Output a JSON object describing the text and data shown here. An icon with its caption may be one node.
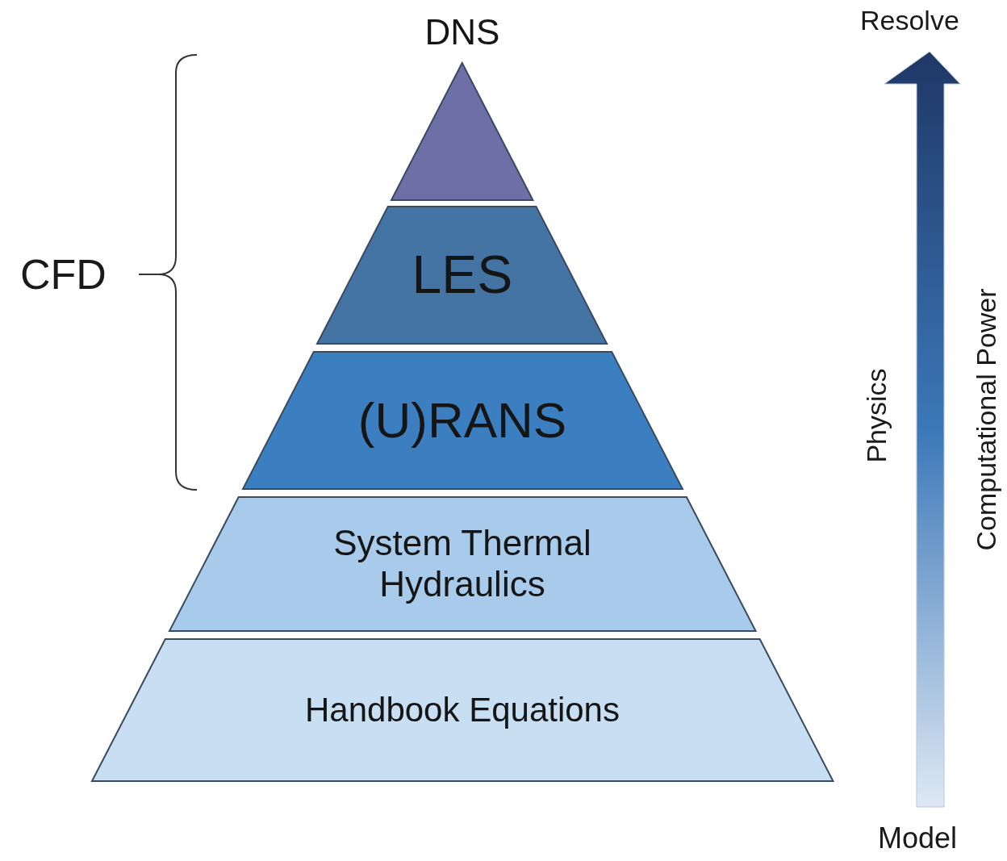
{
  "diagram": {
    "nodes": [
      {
        "text": [
          "DNS"
        ]
      },
      {
        "text": [
          "LES"
        ]
      },
      {
        "text": [
          "(U)RANS"
        ]
      },
      {
        "text": [
          "System Thermal Hydraulics"
        ]
      },
      {
        "text": [
          "Handbook Equations"
        ]
      }
    ],
    "labels": [
      "Resolve",
      "CFD",
      "Physics",
      "Computational Power",
      "Model"
    ]
  }
}
